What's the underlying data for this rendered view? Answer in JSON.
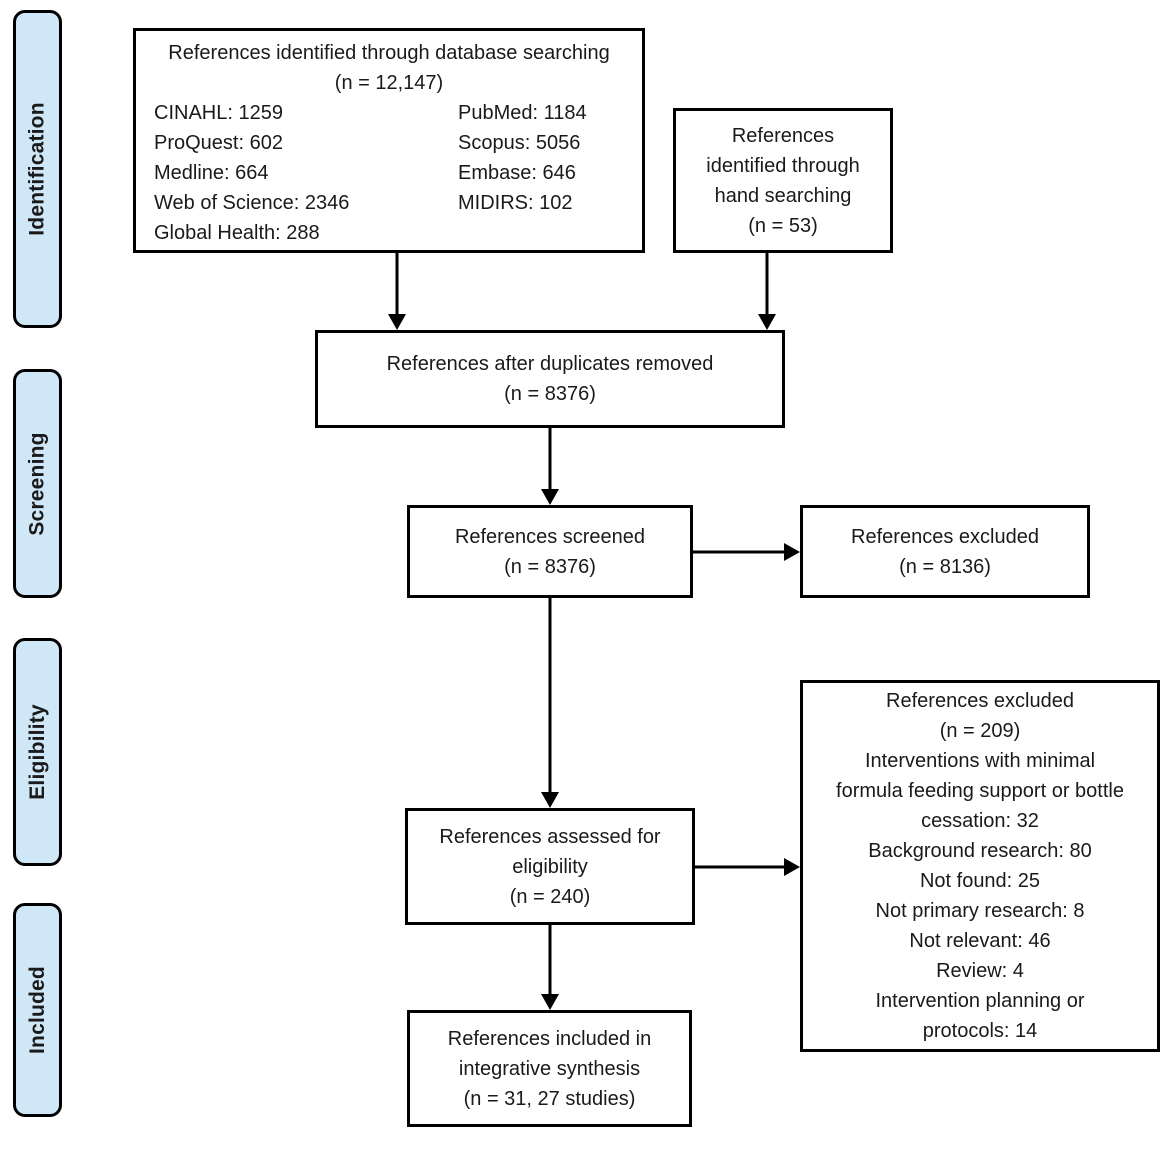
{
  "colors": {
    "stage_fill": "#cfe7f7",
    "border": "#000000",
    "page_bg": "#ffffff"
  },
  "stages": [
    "Identification",
    "Screening",
    "Eligibility",
    "Included"
  ],
  "boxes": {
    "database_search": {
      "title": "References identified through database searching",
      "count": "(n = 12,147)",
      "col1": [
        "CINAHL: 1259",
        "ProQuest: 602",
        "Medline: 664",
        "Web of Science: 2346",
        "Global Health: 288"
      ],
      "col2": [
        "PubMed: 1184",
        "Scopus: 5056",
        "Embase: 646",
        "MIDIRS: 102"
      ]
    },
    "hand_search": {
      "lines": [
        "References",
        "identified through",
        "hand searching",
        "(n = 53)"
      ]
    },
    "duplicates_removed": {
      "lines": [
        "References after duplicates removed",
        "(n = 8376)"
      ]
    },
    "screened": {
      "lines": [
        "References screened",
        "(n = 8376)"
      ]
    },
    "screening_excluded": {
      "lines": [
        "References excluded",
        "(n = 8136)"
      ]
    },
    "eligibility_assessed": {
      "lines": [
        "References assessed for",
        "eligibility",
        "(n = 240)"
      ]
    },
    "eligibility_excluded": {
      "lines": [
        "References excluded",
        "(n = 209)",
        "Interventions with minimal",
        "formula feeding support or bottle",
        "cessation: 32",
        "Background research: 80",
        "Not found: 25",
        "Not primary research: 8",
        "Not relevant: 46",
        "Review: 4",
        "Intervention planning or",
        "protocols: 14"
      ]
    },
    "included": {
      "lines": [
        "References included in",
        "integrative synthesis",
        "(n = 31, 27 studies)"
      ]
    }
  }
}
